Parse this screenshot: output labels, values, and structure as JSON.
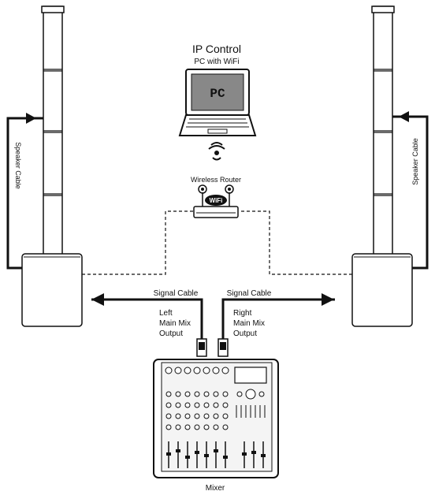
{
  "pc": {
    "title": "IP Control",
    "subtitle": "PC with WiFi",
    "screen_text": "PC"
  },
  "router": {
    "label": "Wireless Router",
    "badge": "WiFi"
  },
  "left": {
    "cable_label": "Speaker Cable",
    "signal_label": "Signal Cable",
    "output_line1": "Left",
    "output_line2": "Main Mix",
    "output_line3": "Output"
  },
  "right": {
    "cable_label": "Speaker Cable",
    "signal_label": "Signal Cable",
    "output_line1": "Right",
    "output_line2": "Main Mix",
    "output_line3": "Output"
  },
  "mixer": {
    "label": "Mixer"
  }
}
